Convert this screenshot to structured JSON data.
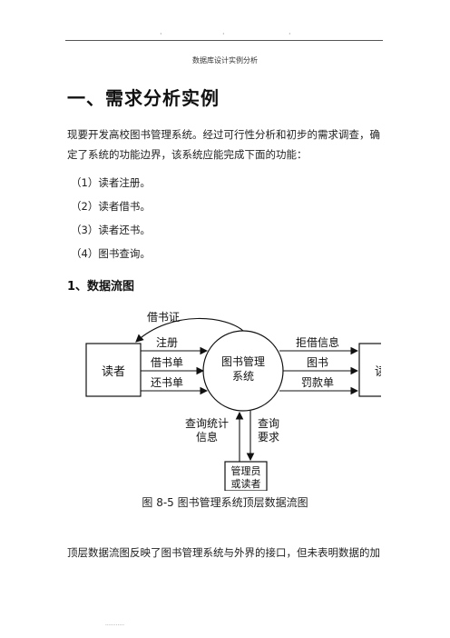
{
  "header": {
    "dots": [
      "·",
      "·",
      "·"
    ],
    "title": "数据库设计实例分析"
  },
  "section1": {
    "heading": "一、需求分析实例",
    "intro_line1": "现要开发高校图书管理系统。经过可行性分析和初步的需求调查，确",
    "intro_line2": "定了系统的功能边界，该系统应能完成下面的功能：",
    "items": [
      "（1）读者注册。",
      "（2）读者借书。",
      "（3）读者还书。",
      "（4）图书查询。"
    ]
  },
  "section2": {
    "heading": "1、数据流图"
  },
  "diagram": {
    "left_entity": "读者",
    "right_entity": "读者",
    "process_line1": "图书管理",
    "process_line2": "系统",
    "top_flow": "借书证",
    "left_flows": [
      "注册",
      "借书单",
      "还书单"
    ],
    "right_flows": [
      "拒借信息",
      "图书",
      "罚款单"
    ],
    "query_stats_line1": "查询统计",
    "query_stats_line2": "信息",
    "query_req_line1": "查询",
    "query_req_line2": "要求",
    "bottom_entity_line1": "管理员",
    "bottom_entity_line2": "或读者"
  },
  "caption": "图 8-5    图书管理系统顶层数据流图",
  "closing_text": "顶层数据流图反映了图书管理系统与外界的接口，但未表明数据的加",
  "footer": "..........."
}
